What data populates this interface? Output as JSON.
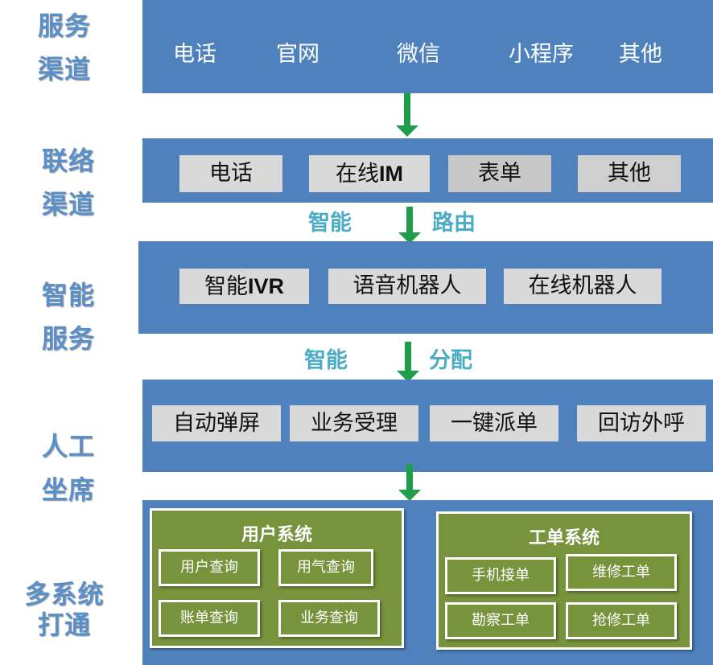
{
  "colors": {
    "band": "#4f81bd",
    "side_label": "#5b8fc8",
    "box": "#d9d9d9",
    "arrow": "#1e9e4a",
    "routing_text": "#4bacc6",
    "system_panel": "#77933c"
  },
  "layers": {
    "service_channels": {
      "label_line1": "服务",
      "label_line2": "渠道",
      "items": [
        "电话",
        "官网",
        "微信",
        "小程序",
        "其他"
      ]
    },
    "contact_channels": {
      "label_line1": "联络",
      "label_line2": "渠道",
      "items": [
        "电话",
        "在线",
        "表单",
        "其他"
      ],
      "item2_suffix": "IM"
    },
    "routing": {
      "left": "智能",
      "right": "路由"
    },
    "smart_service": {
      "label_line1": "智能",
      "label_line2": "服务",
      "item1_prefix": "智能",
      "item1_suffix": "IVR",
      "items": [
        "语音机器人",
        "在线机器人"
      ]
    },
    "distribution": {
      "left": "智能",
      "right": "分配"
    },
    "manual_seat": {
      "label_line1": "人工",
      "label_line2": "坐席",
      "items": [
        "自动弹屏",
        "业务受理",
        "一键派单",
        "回访外呼"
      ]
    },
    "integration": {
      "label_line1": "多系统",
      "label_line2": "打通",
      "user_system": {
        "title": "用户系统",
        "items": [
          "用户查询",
          "用气查询",
          "账单查询",
          "业务查询"
        ]
      },
      "work_order_system": {
        "title": "工单系统",
        "items": [
          "手机接单",
          "维修工单",
          "勘察工单",
          "抢修工单"
        ]
      }
    }
  }
}
